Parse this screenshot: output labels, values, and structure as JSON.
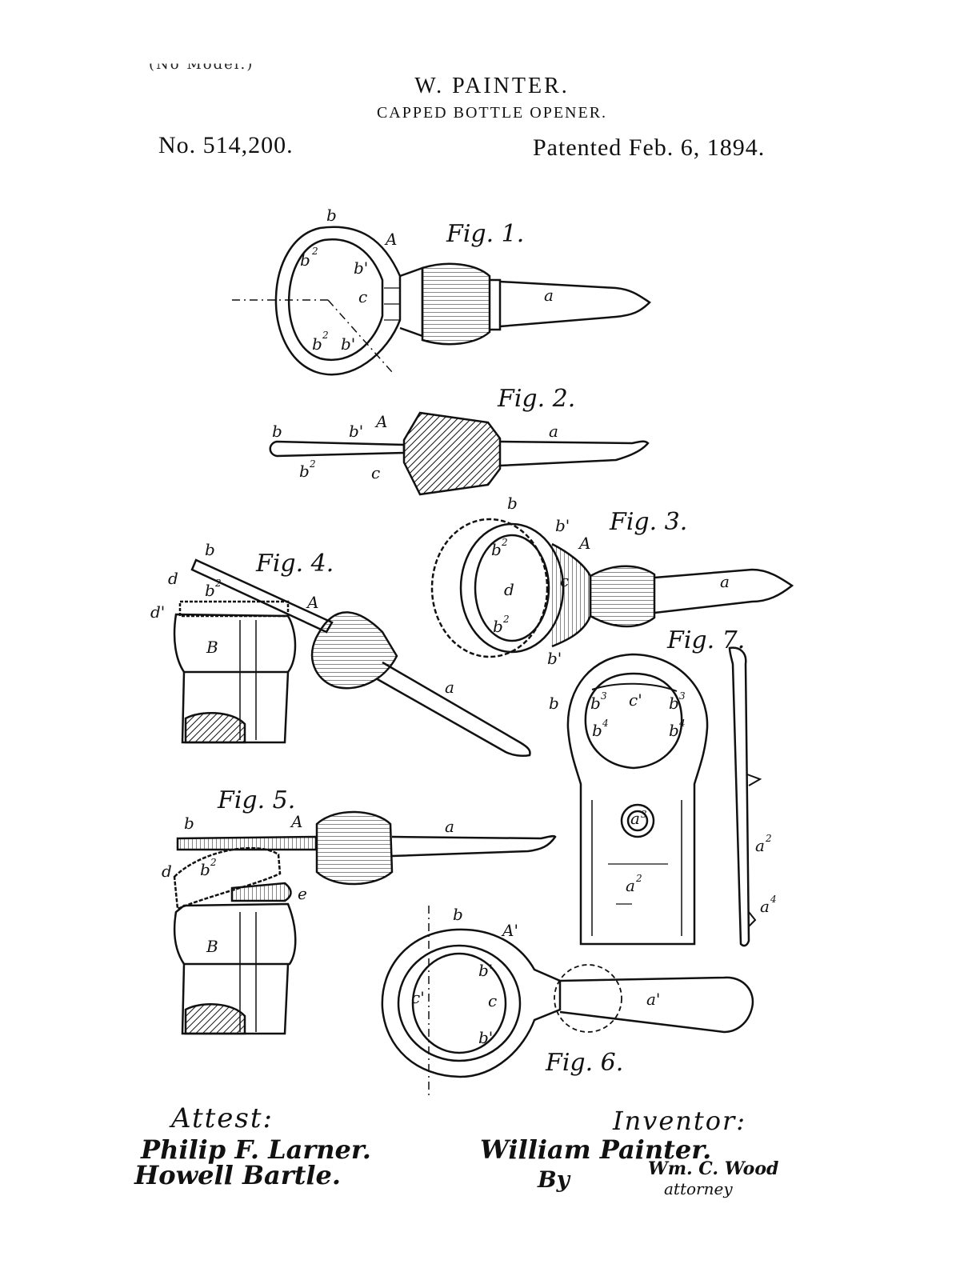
{
  "header": {
    "model_note": "(No Model.)",
    "inventor_name": "W. PAINTER.",
    "invention_title": "CAPPED BOTTLE OPENER.",
    "patent_number": "No. 514,200.",
    "patent_date": "Patented Feb. 6, 1894."
  },
  "figures": {
    "fig1": "Fig. 1.",
    "fig2": "Fig. 2.",
    "fig3": "Fig. 3.",
    "fig4": "Fig. 4.",
    "fig5": "Fig. 5.",
    "fig6": "Fig. 6.",
    "fig7": "Fig. 7."
  },
  "refs": {
    "A": "A",
    "A1": "A'",
    "a": "a",
    "a1": "a'",
    "a2": "a",
    "a3": "a",
    "a4": "a",
    "b": "b",
    "b1": "b'",
    "b2": "b",
    "b3": "b",
    "b4": "b",
    "c": "c",
    "c1": "c'",
    "d": "d",
    "d1": "d'",
    "e": "e",
    "B": "B",
    "sup2": "2",
    "sup3": "3",
    "sup4": "4"
  },
  "signatures": {
    "attest_label": "Attest:",
    "inventor_label": "Inventor:",
    "witness_1": "Philip F. Larner.",
    "witness_2": "Howell Bartle.",
    "inventor_signature": "William Painter.",
    "by_label": "By",
    "attorney_signature": "Wm. C. Wood",
    "attorney_label": "attorney"
  },
  "colors": {
    "ink": "#111111",
    "paper": "#ffffff"
  }
}
